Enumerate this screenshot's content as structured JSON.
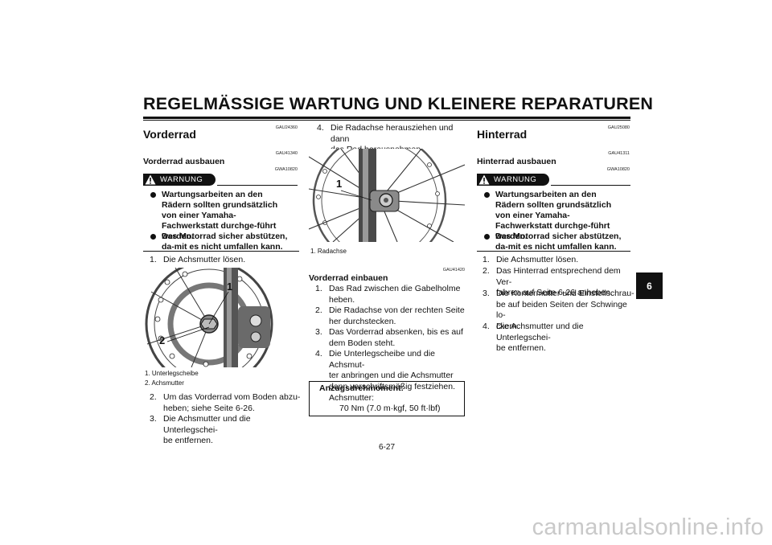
{
  "header": {
    "title": "REGELMÄSSIGE WARTUNG UND KLEINERE REPARATUREN"
  },
  "side_tab": {
    "label": "6"
  },
  "page_number": "6-27",
  "watermark": "carmanualsonline.info",
  "col1": {
    "code_vorderrad": "GAU24360",
    "heading": "Vorderrad",
    "code_ausbauen": "GAU41340",
    "subheading": "Vorderrad ausbauen",
    "warning_code": "GWA10820",
    "warning_label": "WARNUNG",
    "bullets": [
      "Wartungsarbeiten an den Rädern sollten grundsätzlich von einer Yamaha-Fachwerkstatt durchge-führt werden.",
      "Das Motorrad sicher abstützen, da-mit es nicht umfallen kann."
    ],
    "step1_num": "1.",
    "step1_text": "Die Achsmutter lösen.",
    "callout1": "1",
    "callout2": "2",
    "captions": [
      "1. Unterlegscheibe",
      "2. Achsmutter"
    ],
    "steps": [
      {
        "num": "2.",
        "lines": [
          "Um das Vorderrad vom Boden abzu-",
          "heben; siehe Seite 6-26."
        ]
      },
      {
        "num": "3.",
        "lines": [
          "Die Achsmutter und die Unterlegschei-",
          "be entfernen."
        ]
      }
    ]
  },
  "col2": {
    "step4_num": "4.",
    "step4_lines": [
      "Die Radachse herausziehen und dann",
      "das Rad herausnehmen."
    ],
    "callout1": "1",
    "caption": "1. Radachse",
    "code_einbauen": "GAU41420",
    "subheading": "Vorderrad einbauen",
    "steps": [
      {
        "num": "1.",
        "lines": [
          "Das Rad zwischen die Gabelholme",
          "heben."
        ]
      },
      {
        "num": "2.",
        "lines": [
          "Die Radachse von der rechten Seite",
          "her durchstecken."
        ]
      },
      {
        "num": "3.",
        "lines": [
          "Das Vorderrad absenken, bis es auf",
          "dem Boden steht."
        ]
      },
      {
        "num": "4.",
        "lines": [
          "Die Unterlegscheibe und die Achsmut-",
          "ter anbringen und die Achsmutter",
          "dann vorschriftsmäßig festziehen."
        ]
      }
    ],
    "torque": {
      "title": "Anzugsdrehmoment:",
      "item": "Achsmutter:",
      "value": "70 Nm (7.0 m·kgf, 50 ft·lbf)"
    }
  },
  "col3": {
    "code_hinterrad": "GAU25080",
    "heading": "Hinterrad",
    "code_ausbauen": "GAU41311",
    "subheading": "Hinterrad ausbauen",
    "warning_code": "GWA10820",
    "warning_label": "WARNUNG",
    "bullets": [
      "Wartungsarbeiten an den Rädern sollten grundsätzlich von einer Yamaha-Fachwerkstatt durchge-führt werden.",
      "Das Motorrad sicher abstützen, da-mit es nicht umfallen kann."
    ],
    "steps": [
      {
        "num": "1.",
        "lines": [
          "Die Achsmutter lösen."
        ]
      },
      {
        "num": "2.",
        "lines": [
          "Das Hinterrad entsprechend dem Ver-",
          "fahren auf Seite 6-26 anheben."
        ]
      },
      {
        "num": "3.",
        "lines": [
          "Die Kontermutter und Einstellschrau-",
          "be auf beiden Seiten der Schwinge lo-",
          "ckern."
        ]
      },
      {
        "num": "4.",
        "lines": [
          "Die Achsmutter und die Unterlegschei-",
          "be entfernen."
        ]
      }
    ]
  }
}
